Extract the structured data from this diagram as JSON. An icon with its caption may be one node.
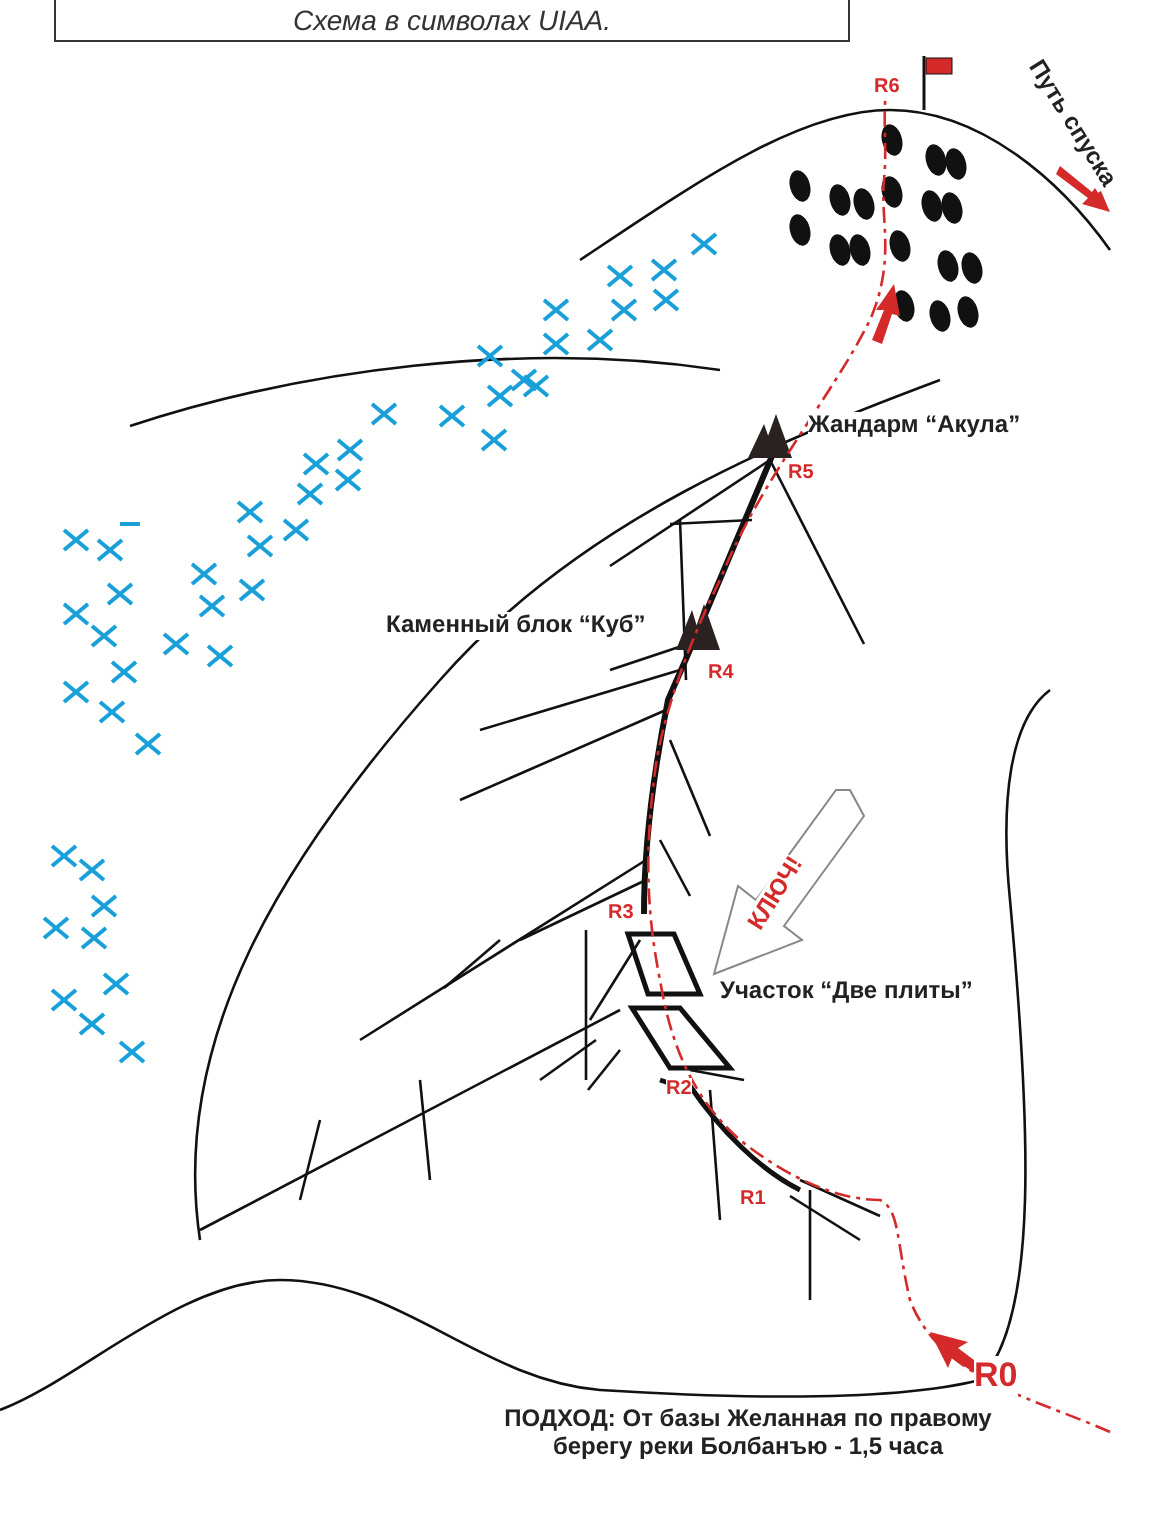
{
  "diagram": {
    "nodes": [
      {
        "text": [
          "Схема в символах UIAA."
        ]
      },
      {
        "text": [
          "КЛЮЧ!"
        ]
      }
    ],
    "labels": [
      "R6",
      "Путь спуска",
      "Жандарм “Акула”",
      "R5",
      "Каменный блок “Куб”",
      "R4",
      "R3",
      "Участок “Две плиты”",
      "R2",
      "R1",
      "R0",
      "ПОДХОД: От базы Желанная по правому берегу реки Болбанъю - 1,5 часа"
    ]
  }
}
